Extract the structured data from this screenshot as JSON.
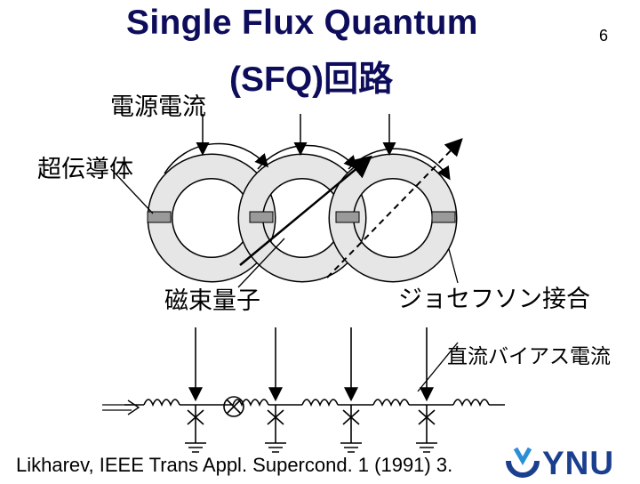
{
  "slide": {
    "title_line1": "Single Flux Quantum",
    "title_line2": "(SFQ)回路",
    "number": "6"
  },
  "labels": {
    "supply_current": "電源電流",
    "superconductor": "超伝導体",
    "flux_quantum": "磁束量子",
    "josephson_junction": "ジョセフソン接合",
    "dc_bias_current": "直流バイアス電流"
  },
  "citation": "Likharev, IEEE Trans Appl. Supercond. 1 (1991) 3.",
  "logo": {
    "text": "YNU",
    "color": "#1b3f8f"
  },
  "colors": {
    "title": "#0d0d5c",
    "ring_fill": "#e6e6e6",
    "junction": "#9a9a9a"
  }
}
